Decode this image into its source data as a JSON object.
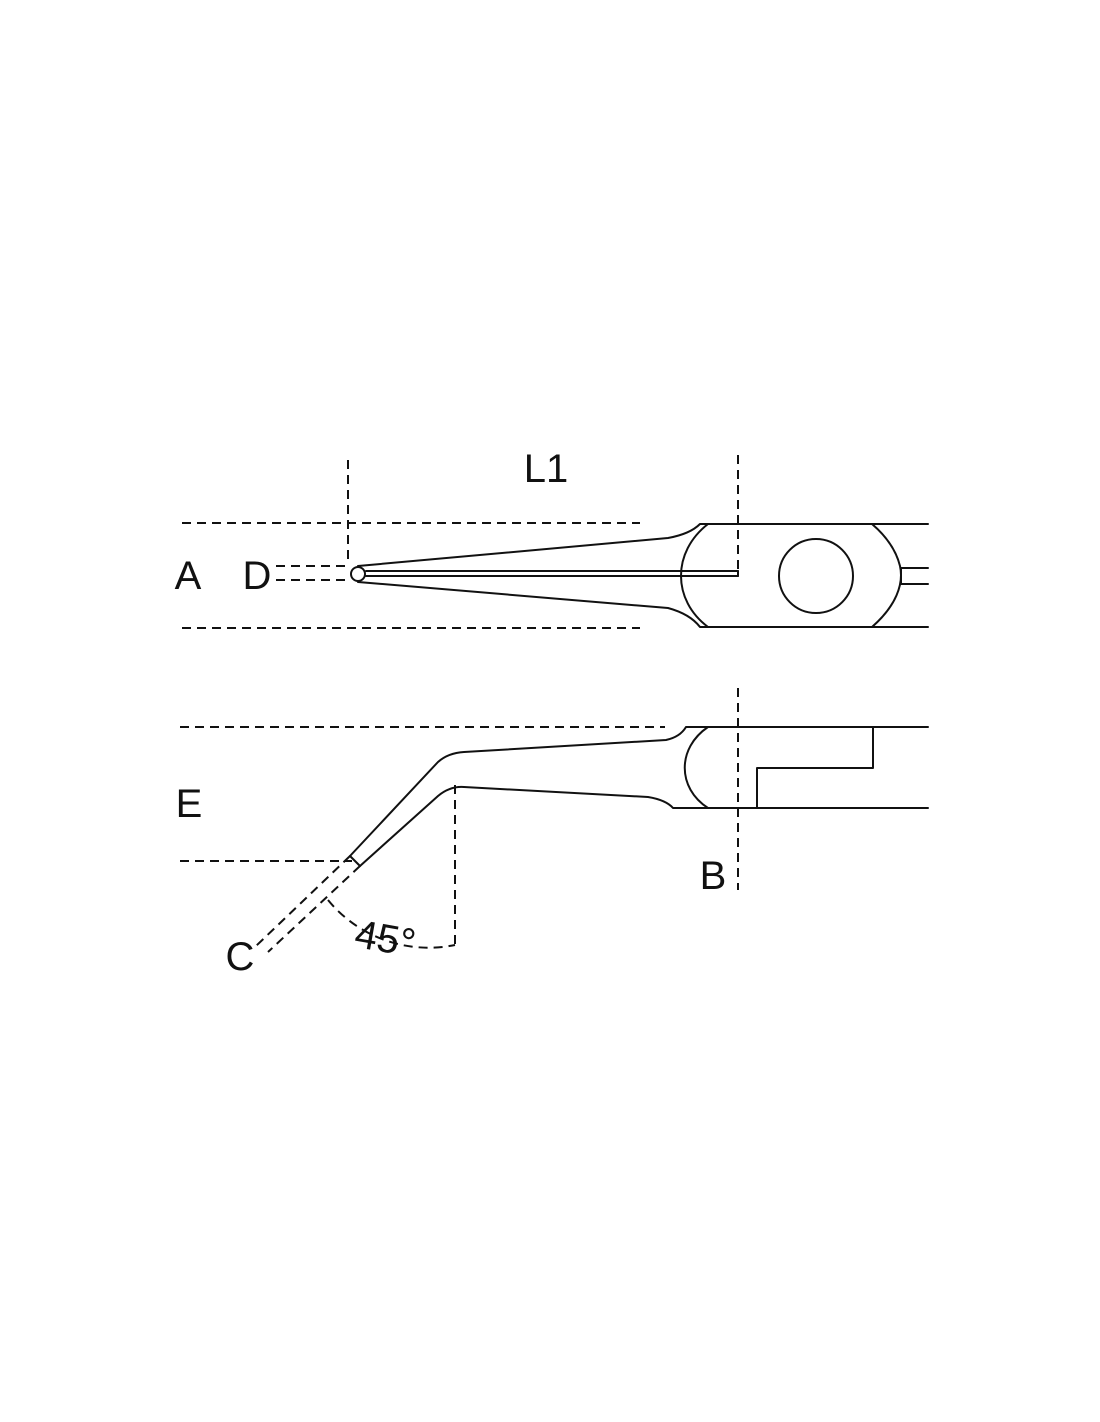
{
  "labels": {
    "l1": "L1",
    "a": "A",
    "d": "D",
    "e": "E",
    "b": "B",
    "c": "C",
    "angle": "45°"
  },
  "colors": {
    "line": "#111111",
    "background": "#ffffff"
  }
}
